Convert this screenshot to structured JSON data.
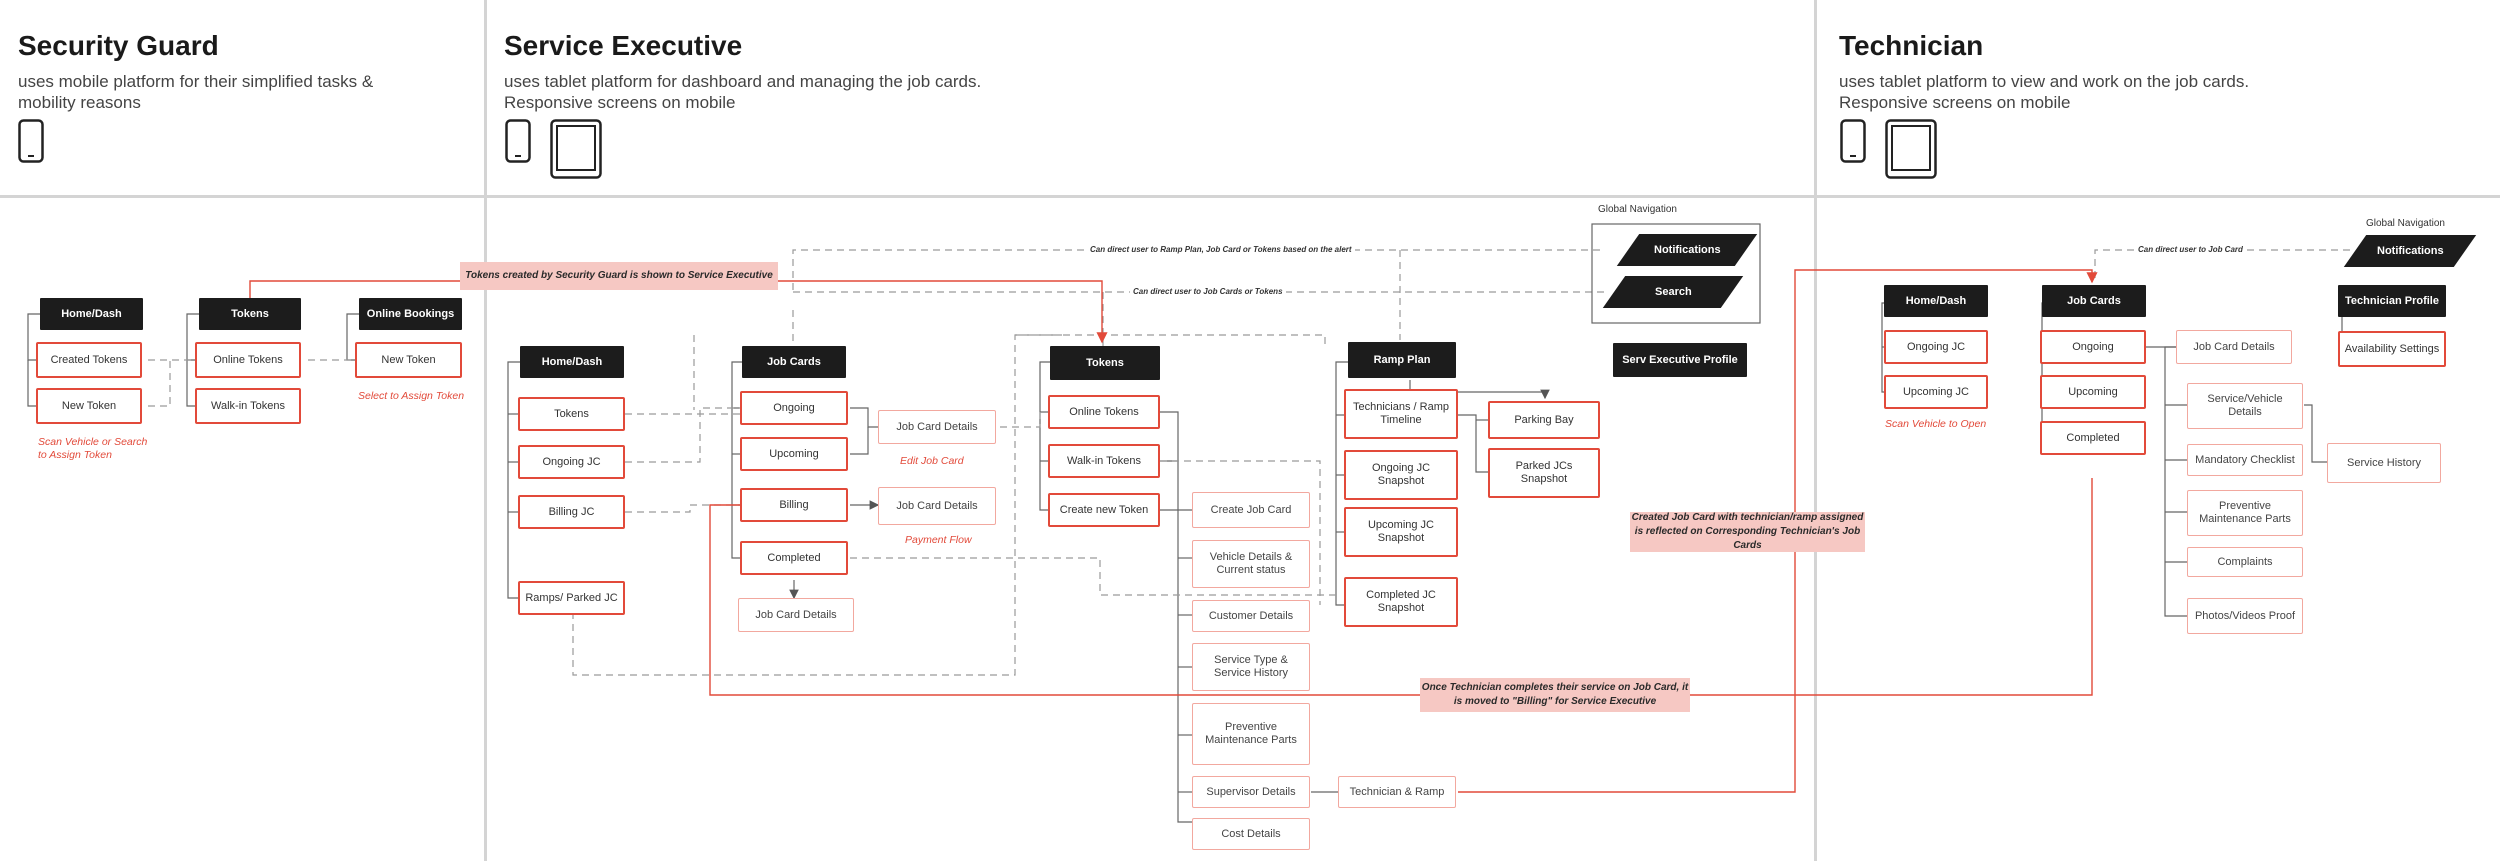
{
  "sections": {
    "guard": {
      "title": "Security Guard",
      "desc": "uses mobile platform for their simplified tasks & mobility reasons",
      "devices": [
        "phone-icon"
      ]
    },
    "exec": {
      "title": "Service Executive",
      "desc": "uses tablet platform for dashboard and managing the job cards. Responsive screens on mobile",
      "devices": [
        "phone-icon",
        "tablet-icon"
      ]
    },
    "tech": {
      "title": "Technician",
      "desc": "uses tablet platform to view and work on the job cards. Responsive screens on mobile",
      "devices": [
        "phone-icon",
        "tablet-icon"
      ]
    }
  },
  "guard": {
    "home": "Home/Dash",
    "created_tokens": "Created Tokens",
    "new_token": "New Token",
    "tokens": "Tokens",
    "online_tokens": "Online Tokens",
    "walkin_tokens": "Walk-in Tokens",
    "online_bookings": "Online Bookings",
    "ob_new_token": "New Token",
    "note_scan": "Scan Vehicle or Search to Assign Token",
    "note_select": "Select to Assign Token"
  },
  "exec": {
    "home": "Home/Dash",
    "h_tokens": "Tokens",
    "h_ongoing": "Ongoing JC",
    "h_billing": "Billing JC",
    "h_ramps": "Ramps/ Parked JC",
    "job_cards": "Job Cards",
    "jc_ongoing": "Ongoing",
    "jc_upcoming": "Upcoming",
    "jc_billing": "Billing",
    "jc_completed": "Completed",
    "jc_details_1": "Job Card Details",
    "jc_details_2": "Job Card Details",
    "jc_details_3": "Job Card Details",
    "note_edit": "Edit Job Card",
    "note_payment": "Payment Flow",
    "tokens": "Tokens",
    "t_online": "Online Tokens",
    "t_walkin": "Walk-in Tokens",
    "t_create": "Create new Token",
    "create_jc": "Create Job Card",
    "vehicle_details": "Vehicle Details & Current status",
    "customer_details": "Customer Details",
    "service_type": "Service Type & Service History",
    "preventive": "Preventive Maintenance Parts",
    "supervisor": "Supervisor Details",
    "cost": "Cost Details",
    "tech_ramp": "Technician & Ramp",
    "ramp_plan": "Ramp Plan",
    "r_timeline": "Technicians / Ramp Timeline",
    "r_ongoing": "Ongoing JC Snapshot",
    "r_upcoming": "Upcoming JC Snapshot",
    "r_completed": "Completed JC Snapshot",
    "parking_bay": "Parking Bay",
    "parked_jcs": "Parked JCs Snapshot",
    "profile": "Serv Executive Profile",
    "global_nav": "Global Navigation",
    "notifications": "Notifications",
    "search": "Search",
    "banner_tokens": "Tokens created by Security Guard is shown to Service Executive",
    "annot_1": "Can direct user to Ramp Plan, Job Card or Tokens based on the alert",
    "annot_2": "Can direct user to Job Cards or Tokens"
  },
  "tech": {
    "home": "Home/Dash",
    "ongoing_jc": "Ongoing JC",
    "upcoming_jc": "Upcoming JC",
    "note_scan": "Scan Vehicle to Open",
    "job_cards": "Job Cards",
    "ongoing": "Ongoing",
    "upcoming": "Upcoming",
    "completed": "Completed",
    "jc_details": "Job Card Details",
    "svc_vehicle": "Service/Vehicle Details",
    "checklist": "Mandatory Checklist",
    "preventive": "Preventive Maintenance Parts",
    "complaints": "Complaints",
    "photos": "Photos/Videos Proof",
    "service_history": "Service History",
    "global_nav": "Global Navigation",
    "notifications": "Notifications",
    "profile": "Technician Profile",
    "availability": "Availability Settings",
    "annot": "Can direct user to Job Card"
  },
  "banners": {
    "created_jc": "Created Job Card  with technician/ramp assigned is reflected on Corresponding Technician's Job Cards",
    "completes": "Once Technician completes their service on Job Card, it is moved to \"Billing\" for Service Executive"
  },
  "colors": {
    "accent": "#e24a3a",
    "accent_pale": "#f2a89f",
    "banner": "#f6c8c3",
    "dark": "#1c1c1c",
    "divider": "#d4d4d4"
  }
}
